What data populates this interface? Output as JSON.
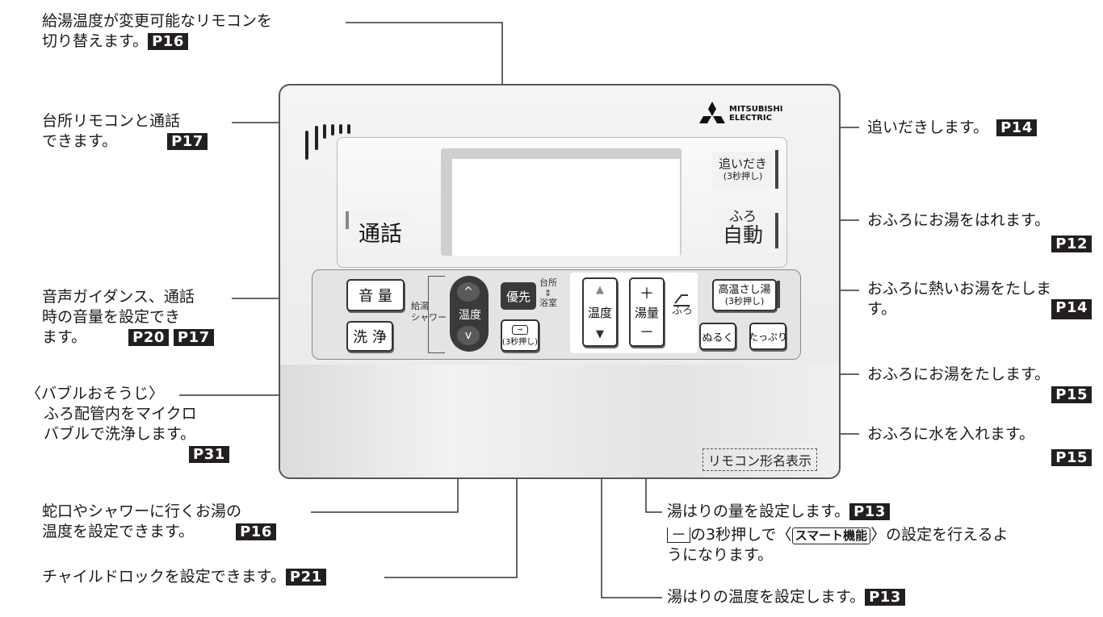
{
  "annotations": {
    "switch_remote": {
      "line1": "給湯温度が変更可能なリモコンを",
      "line2": "切り替えます。",
      "page": "P16"
    },
    "intercom": {
      "line1": "台所リモコンと通話",
      "line2": "できます。",
      "page": "P17"
    },
    "volume": {
      "line1": "音声ガイダンス、通話",
      "line2": "時の音量を設定でき",
      "line3": "ます。",
      "page1": "P20",
      "page2": "P17"
    },
    "bubble": {
      "title": "〈バブルおそうじ〉",
      "line1": "ふろ配管内をマイクロ",
      "line2": "バブルで洗浄します。",
      "page": "P31"
    },
    "faucet_temp": {
      "line1": "蛇口やシャワーに行くお湯の",
      "line2": "温度を設定できます。",
      "page": "P16"
    },
    "child_lock": {
      "line1": "チャイルドロックを設定できます。",
      "page": "P21"
    },
    "reheat": {
      "line1": "追いだきします。",
      "page": "P14"
    },
    "auto_bath": {
      "line1": "おふろにお湯をはれます。",
      "page": "P12"
    },
    "hot_add": {
      "line1": "おふろに熱いお湯をたしま",
      "line2": "す。",
      "page": "P14"
    },
    "add_water": {
      "line1": "おふろにお湯をたします。",
      "page": "P15"
    },
    "cool_water": {
      "line1": "おふろに水を入れます。",
      "page": "P15"
    },
    "fill_amount": {
      "line1": "湯はりの量を設定します。",
      "page": "P13",
      "line2_key": "－",
      "line2a": "の3秒押しで",
      "smart": "スマート機能",
      "line2b": "の設定を行えるよ",
      "line3": "うになります。"
    },
    "fill_temp": {
      "line1": "湯はりの温度を設定します。",
      "page": "P13"
    }
  },
  "remote": {
    "brand_line1": "MITSUBISHI",
    "brand_line2": "ELECTRIC",
    "tsuwa": "通話",
    "oidaki": "追いだき",
    "oidaki_sub": "(3秒押し)",
    "furo": "ふろ",
    "jido": "自動",
    "onryo": "音 量",
    "senjo": "洗 浄",
    "kyuto_shower_1": "給湯",
    "kyuto_shower_2": "シャワー",
    "ondo": "温度",
    "yusen": "優先",
    "daidokoro": "台所",
    "arrow_sym": "⇕",
    "yokushitsu": "浴室",
    "lock_sub": "(3秒押し)",
    "ondo2": "温度",
    "plus": "＋",
    "yuryo": "湯量",
    "minus": "－",
    "furo_small": "ふろ",
    "kouon": "高温さし湯",
    "kouon_sub": "(3秒押し)",
    "nuruku": "ぬるく",
    "tappuri": "たっぷり",
    "model": "リモコン形名表示"
  }
}
